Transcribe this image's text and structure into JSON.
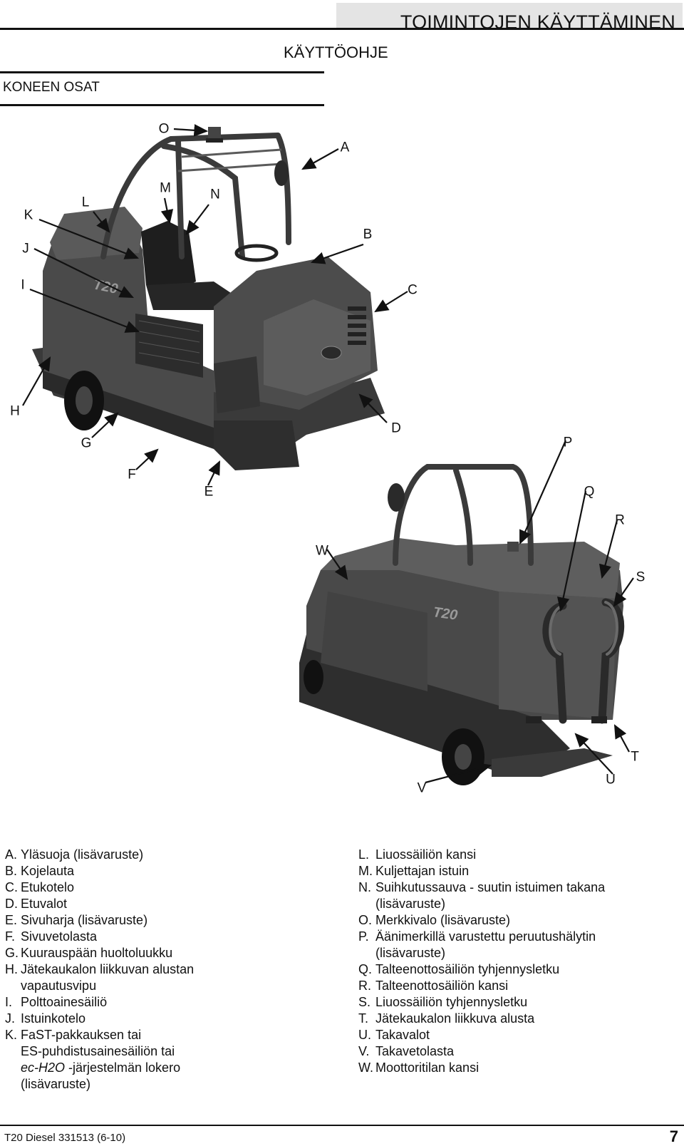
{
  "header": {
    "section": "TOIMINTOJEN KÄYTTÄMINEN",
    "doc_title": "KÄYTTÖOHJE"
  },
  "section_title": "KONEEN OSAT",
  "figure": {
    "callouts": {
      "O": "O",
      "A": "A",
      "M": "M",
      "N": "N",
      "K": "K",
      "L": "L",
      "B": "B",
      "J": "J",
      "I": "I",
      "C": "C",
      "H": "H",
      "D": "D",
      "G": "G",
      "P": "P",
      "F": "F",
      "E": "E",
      "Q": "Q",
      "R": "R",
      "W": "W",
      "S": "S",
      "T": "T",
      "V": "V",
      "U": "U"
    },
    "model_mark_top": "T20",
    "model_mark_bottom": "T20"
  },
  "legend_left": [
    {
      "letter": "A.",
      "text": "Yläsuoja (lisävaruste)"
    },
    {
      "letter": "B.",
      "text": "Kojelauta"
    },
    {
      "letter": "C.",
      "text": "Etukotelo"
    },
    {
      "letter": "D.",
      "text": "Etuvalot"
    },
    {
      "letter": "E.",
      "text": "Sivuharja (lisävaruste)"
    },
    {
      "letter": "F.",
      "text": "Sivuvetolasta"
    },
    {
      "letter": "G.",
      "text": "Kuurauspään huoltoluukku"
    },
    {
      "letter": "H.",
      "text": "Jätekaukalon liikkuvan alustan",
      "cont": "vapautusvipu"
    },
    {
      "letter": "I.",
      "text": "Polttoainesäiliö"
    },
    {
      "letter": "J.",
      "text": "Istuinkotelo"
    },
    {
      "letter": "K.",
      "text": "FaST-pakkauksen tai",
      "cont": "ES-puhdistusainesäiliön tai",
      "cont_italic": "ec-H2O",
      "cont2": " -järjestelmän lokero",
      "cont3": "(lisävaruste)"
    }
  ],
  "legend_right": [
    {
      "letter": "L.",
      "text": "Liuossäiliön kansi"
    },
    {
      "letter": "M.",
      "text": "Kuljettajan istuin"
    },
    {
      "letter": "N.",
      "text": "Suihkutussauva - suutin istuimen takana",
      "cont": "(lisävaruste)"
    },
    {
      "letter": "O.",
      "text": "Merkkivalo (lisävaruste)"
    },
    {
      "letter": "P.",
      "text": "Äänimerkillä varustettu peruutushälytin",
      "cont": "(lisävaruste)"
    },
    {
      "letter": "Q.",
      "text": "Talteenottosäiliön tyhjennysletku"
    },
    {
      "letter": "R.",
      "text": "Talteenottosäiliön kansi"
    },
    {
      "letter": "S.",
      "text": "Liuossäiliön tyhjennysletku"
    },
    {
      "letter": "T.",
      "text": "Jätekaukalon liikkuva alusta"
    },
    {
      "letter": "U.",
      "text": "Takavalot"
    },
    {
      "letter": "V.",
      "text": "Takavetolasta"
    },
    {
      "letter": "W.",
      "text": "Moottoritilan kansi"
    }
  ],
  "footer": {
    "doc_ref": "T20 Diesel 331513 (6-10)",
    "page": "7"
  }
}
